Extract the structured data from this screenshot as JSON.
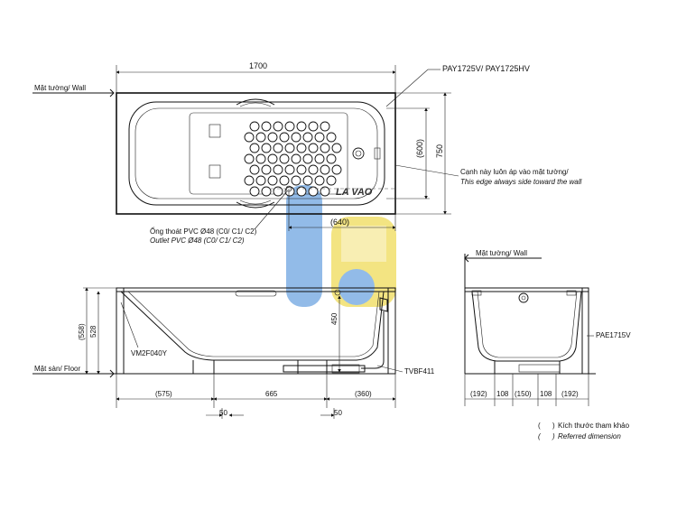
{
  "top_view": {
    "model_label": "PAY1725V/ PAY1725HV",
    "length_dim": "1700",
    "width_dim": "750",
    "inner_width_dim": "(600)",
    "drain_offset_dim": "(640)",
    "wall_label": "Mặt tường/ Wall",
    "edge_note_vi": "Cạnh này luôn áp vào mặt tường/",
    "edge_note_en": "This edge always side toward the wall",
    "outlet_vi": "Ống thoát PVC Ø48 (C0/ C1/ C2)",
    "outlet_en": "Outlet PVC Ø48 (C0/ C1/ C2)"
  },
  "front_view": {
    "height_total": "(558)",
    "height_rim": "528",
    "drain_height": "450",
    "leg_label": "VM2F040Y",
    "floor_label": "Mặt sàn/ Floor",
    "drain_label": "TVBF411",
    "dim_left": "(575)",
    "dim_mid": "665",
    "dim_right": "(360)",
    "dim_50_a": "50",
    "dim_50_b": "50"
  },
  "side_view": {
    "wall_label": "Mặt tường/ Wall",
    "panel_label": "PAE1715V",
    "dims": [
      "(192)",
      "108",
      "(150)",
      "108",
      "(192)"
    ]
  },
  "legend": {
    "ref_vi": "Kích thước tham khảo",
    "ref_en": "Referred dimension",
    "paren_open": "(",
    "paren_close": ")"
  },
  "watermark": {
    "text": "LA VAO",
    "colors": [
      "#8fb8e6",
      "#f3e27a"
    ]
  }
}
